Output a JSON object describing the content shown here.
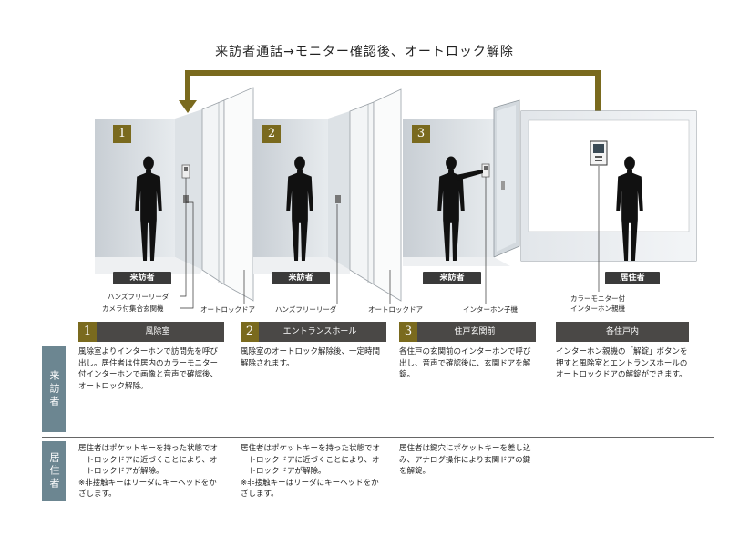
{
  "title": "来訪者通話→モニター確認後、オートロック解除",
  "colors": {
    "gold": "#7a6a1e",
    "dark": "#4a4846",
    "pill": "#3a3a3a",
    "side": "#6c8691"
  },
  "scenes": [
    {
      "num": "1",
      "person_label": "来訪者"
    },
    {
      "num": "2",
      "person_label": "来訪者"
    },
    {
      "num": "3",
      "person_label": "来訪者"
    },
    {
      "num": "",
      "person_label": "居住者"
    }
  ],
  "callouts": {
    "s1_line1": "ハンズフリーリーダ",
    "s1_line2": "カメラ付集合玄関機",
    "s1_door": "オートロックドア",
    "s2_reader": "ハンズフリーリーダ",
    "s2_door": "オートロックドア",
    "s3_intercom": "インターホン子機",
    "s4_line1": "カラーモニター付",
    "s4_line2": "インターホン親機"
  },
  "columns": [
    {
      "num": "1",
      "heading": "風除室",
      "visitor": "風除室よりインターホンで訪問先を呼び出し。居住者は住居内のカラーモニター付インターホンで画像と音声で確認後、オートロック解除。",
      "resident": "居住者はポケットキーを持った状態でオートロックドアに近づくことにより、オートロックドアが解除。\n※非接触キーはリーダにキーヘッドをかざします。"
    },
    {
      "num": "2",
      "heading": "エントランスホール",
      "visitor": "風除室のオートロック解除後、一定時間解除されます。",
      "resident": "居住者はポケットキーを持った状態でオートロックドアに近づくことにより、オートロックドアが解除。\n※非接触キーはリーダにキーヘッドをかざします。"
    },
    {
      "num": "3",
      "heading": "住戸玄関前",
      "visitor": "各住戸の玄関前のインターホンで呼び出し、音声で確認後に、玄関ドアを解錠。",
      "resident": "居住者は鍵穴にポケットキーを差し込み、アナログ操作により玄関ドアの鍵を解錠。"
    },
    {
      "num": "",
      "heading": "各住戸内",
      "visitor": "インターホン親機の「解錠」ボタンを押すと風除室とエントランスホールのオートロックドアの解錠ができます。",
      "resident": ""
    }
  ],
  "rows": {
    "visitor": "来訪者",
    "resident": "居住者"
  }
}
